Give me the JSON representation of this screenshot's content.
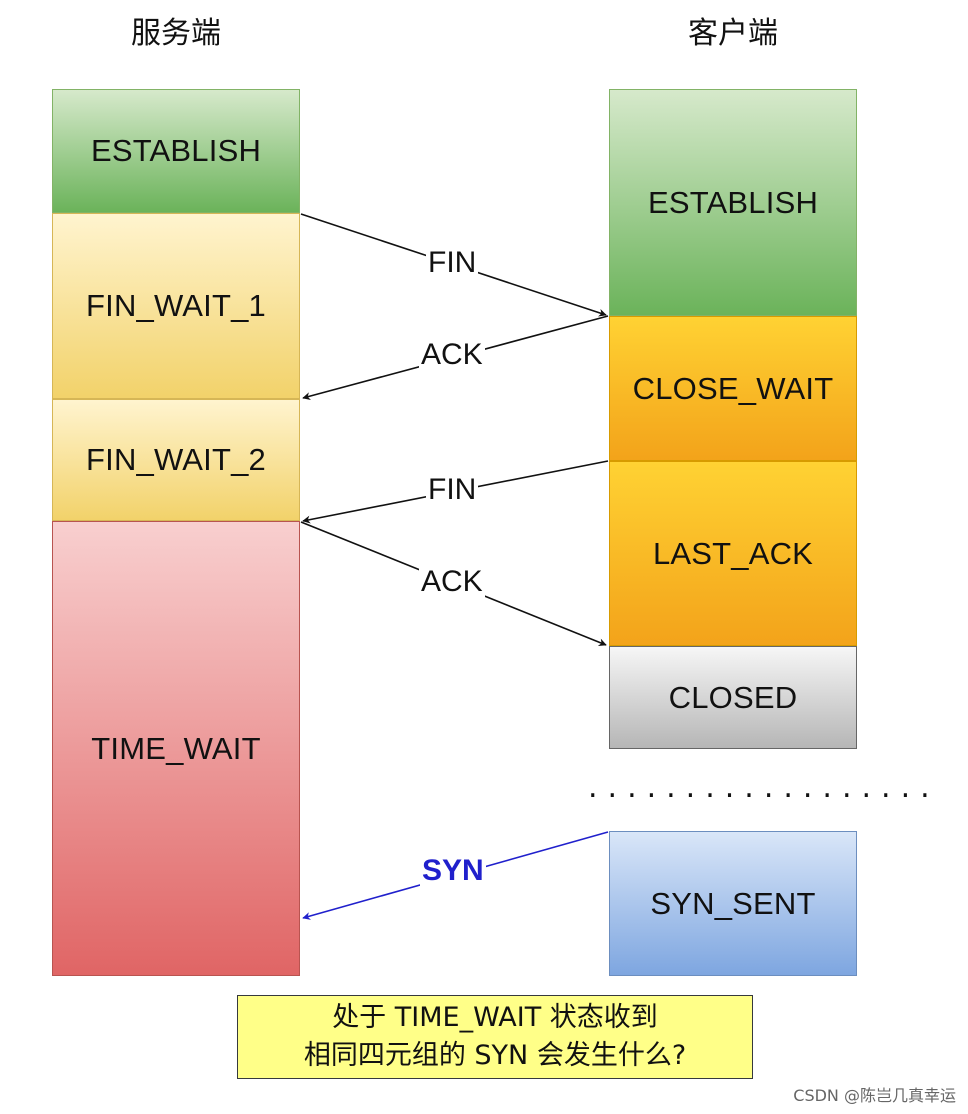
{
  "titles": {
    "server": "服务端",
    "client": "客户端"
  },
  "server_states": {
    "establish": "ESTABLISH",
    "fin_wait_1": "FIN_WAIT_1",
    "fin_wait_2": "FIN_WAIT_2",
    "time_wait": "TIME_WAIT"
  },
  "client_states": {
    "establish": "ESTABLISH",
    "close_wait": "CLOSE_WAIT",
    "last_ack": "LAST_ACK",
    "closed": "CLOSED",
    "syn_sent": "SYN_SENT"
  },
  "messages": {
    "fin_1": "FIN",
    "ack_1": "ACK",
    "fin_2": "FIN",
    "ack_2": "ACK",
    "syn": "SYN"
  },
  "separator": "..................",
  "question": {
    "line1": "处于 TIME_WAIT 状态收到",
    "line2": "相同四元组的 SYN 会发生什么?"
  },
  "watermark": "CSDN @陈岂几真幸运",
  "colors": {
    "establish": "#6bb35a",
    "fin_wait": "#f2d26a",
    "close_wait": "#f3a31a",
    "closed": "#b6b6b6",
    "time_wait": "#e06565",
    "syn_sent": "#7ea6e0",
    "syn_arrow": "#2020cc",
    "question_bg": "#ffff88"
  }
}
